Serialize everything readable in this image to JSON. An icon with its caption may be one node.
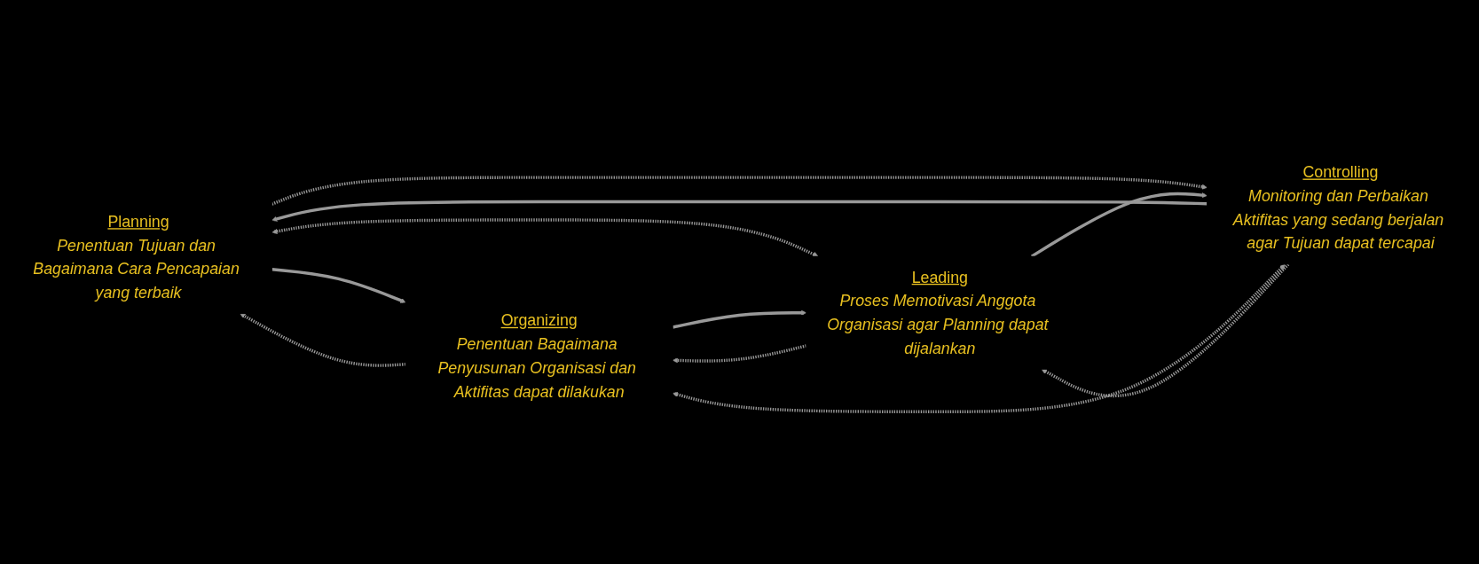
{
  "diagram": {
    "nodes": [
      {
        "text": [
          "Planning",
          "Penentuan Tujuan dan Bagaimana Cara Pencapaian yang terbaik"
        ]
      },
      {
        "text": [
          "Organizing",
          "Penentuan Bagaimana Penyusunan Organisasi dan Aktifitas dapat dilakukan"
        ]
      },
      {
        "text": [
          "Controlling",
          "Monitoring dan Perbaikan Aktifitas yang sedang berjalan agar Tujuan dapat tercapai"
        ]
      },
      {
        "text": [
          "Leading",
          "Proses Memotivasi Anggota Organisasi agar Planning dapat dijalankan"
        ]
      }
    ],
    "edges": [
      {
        "from": 1,
        "to": 0,
        "arrow": "to",
        "style": "dashed"
      },
      {
        "from": 0,
        "to": 1,
        "arrow": "to"
      },
      {
        "from": 0,
        "to": 2,
        "arrow": "to",
        "style": "dashed"
      },
      {
        "from": 2,
        "to": 0,
        "arrow": "to"
      },
      {
        "from": 0,
        "to": 3,
        "arrow": "both",
        "style": "dashed"
      },
      {
        "from": 2,
        "to": 1,
        "arrow": "both",
        "style": "dashed"
      },
      {
        "from": 1,
        "to": 3,
        "arrow": "to"
      },
      {
        "from": 3,
        "to": 1,
        "arrow": "to",
        "style": "dashed"
      },
      {
        "from": 3,
        "to": 2,
        "arrow": "to"
      },
      {
        "from": 2,
        "to": 3,
        "arrow": "to",
        "style": "dashed"
      }
    ]
  }
}
